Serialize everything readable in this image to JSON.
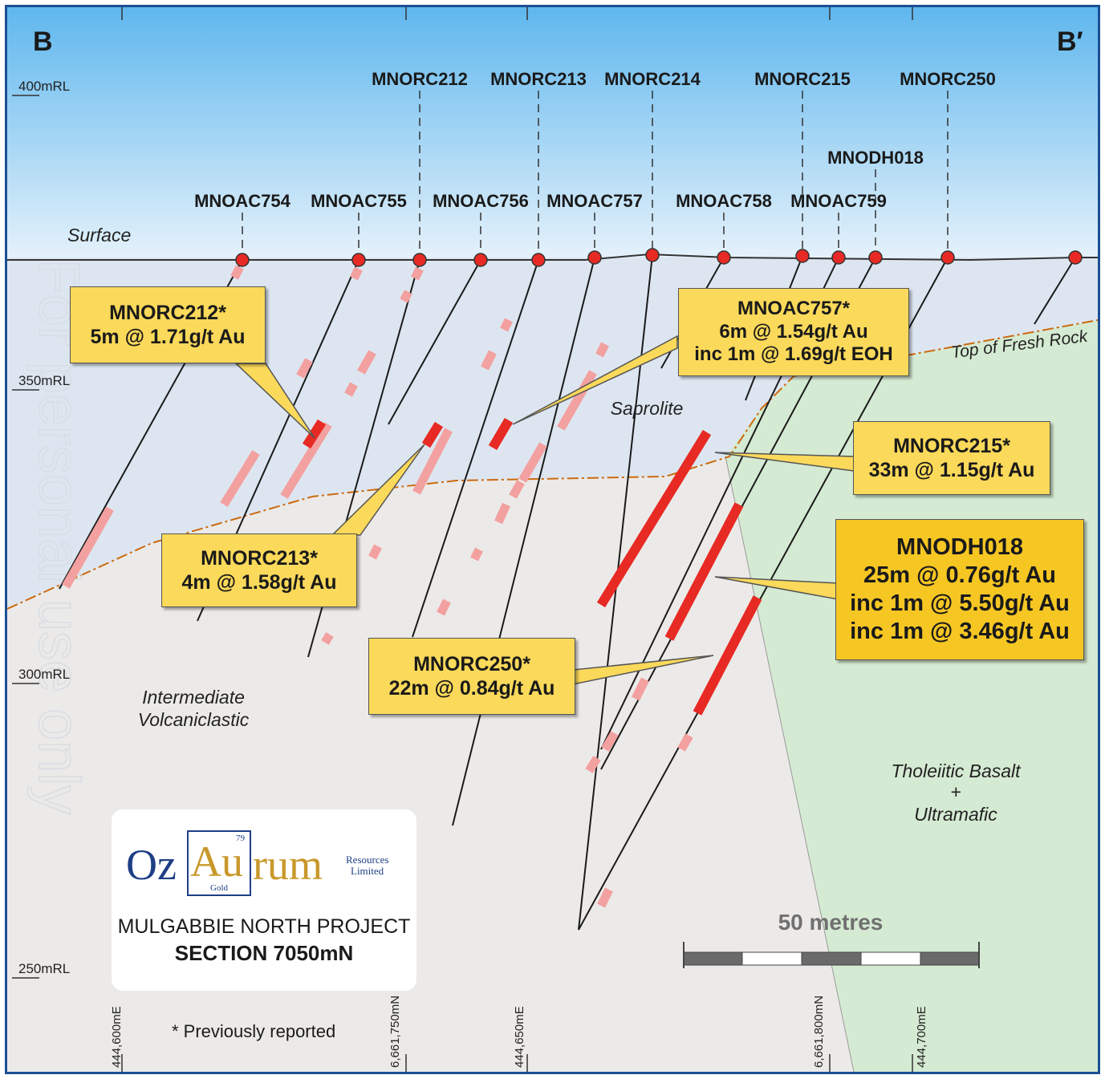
{
  "section_labels": {
    "left": "B",
    "right": "B′"
  },
  "rl_labels": [
    "400mRL",
    "350mRL",
    "300mRL",
    "250mRL"
  ],
  "surface_label": "Surface",
  "unit_labels": {
    "saprolite": "Saprolite",
    "fresh_rock": "Top of Fresh Rock",
    "volcaniclastic_1": "Intermediate",
    "volcaniclastic_2": "Volcaniclastic",
    "basalt_1": "Tholeiitic Basalt",
    "basalt_2": "+",
    "basalt_3": "Ultramafic"
  },
  "drillholes_top": [
    {
      "name": "MNORC212"
    },
    {
      "name": "MNORC213"
    },
    {
      "name": "MNORC214"
    },
    {
      "name": "MNORC215"
    },
    {
      "name": "MNORC250"
    }
  ],
  "drillholes_mid": [
    {
      "name": "MNODH018"
    }
  ],
  "drillholes_aircore": [
    {
      "name": "MNOAC754"
    },
    {
      "name": "MNOAC755"
    },
    {
      "name": "MNOAC756"
    },
    {
      "name": "MNOAC757"
    },
    {
      "name": "MNOAC758"
    },
    {
      "name": "MNOAC759"
    }
  ],
  "callouts": {
    "mnorc212": {
      "l1": "MNORC212*",
      "l2": "5m @ 1.71g/t Au"
    },
    "mnoac757": {
      "l1": "MNOAC757*",
      "l2": "6m @ 1.54g/t Au",
      "l3": "inc 1m @ 1.69g/t EOH"
    },
    "mnorc215": {
      "l1": "MNORC215*",
      "l2": "33m @ 1.15g/t Au"
    },
    "mnorc213": {
      "l1": "MNORC213*",
      "l2": "4m @ 1.58g/t Au"
    },
    "mnodh018": {
      "l1": "MNODH018",
      "l2": "25m @ 0.76g/t Au",
      "l3": "inc 1m @ 5.50g/t Au",
      "l4": "inc 1m @ 3.46g/t Au"
    },
    "mnorc250": {
      "l1": "MNORC250*",
      "l2": "22m @ 0.84g/t Au"
    }
  },
  "logo": {
    "oz": "Oz",
    "au": "Au",
    "rum": "rum",
    "atomic_number": "79",
    "element_name": "Gold",
    "resources": "Resources",
    "limited": "Limited"
  },
  "project_title": "MULGABBIE NORTH PROJECT",
  "section_title": "SECTION 7050mN",
  "footnote": "* Previously reported",
  "scale_label": "50 metres",
  "grid_labels": [
    "444,600mE",
    "6,661,750mN",
    "444,650mE",
    "6,661,800mN",
    "444,700mE"
  ],
  "watermark": "For personal use only",
  "colors": {
    "intercept": "#e82a24",
    "anomaly": "#f3a0a0",
    "callout": "#fbd95a",
    "sky_top": "#5fb7ee",
    "fresh_line": "#cc6a10",
    "frame": "#1c4f93"
  }
}
